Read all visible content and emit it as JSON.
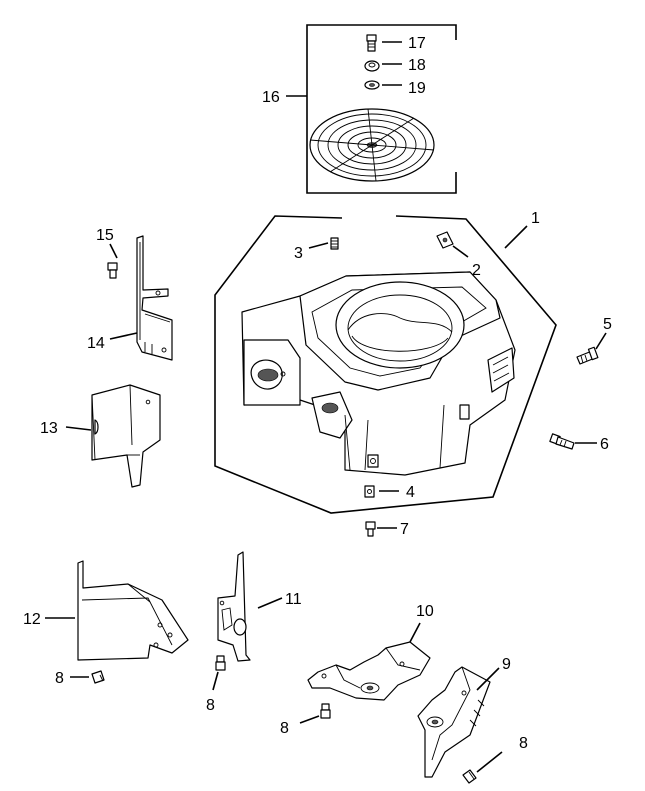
{
  "callouts": [
    {
      "id": "c1",
      "label": "1"
    },
    {
      "id": "c2",
      "label": "2"
    },
    {
      "id": "c3",
      "label": "3"
    },
    {
      "id": "c4",
      "label": "4"
    },
    {
      "id": "c5",
      "label": "5"
    },
    {
      "id": "c6",
      "label": "6"
    },
    {
      "id": "c7",
      "label": "7"
    },
    {
      "id": "c8a",
      "label": "8"
    },
    {
      "id": "c8b",
      "label": "8"
    },
    {
      "id": "c8c",
      "label": "8"
    },
    {
      "id": "c8d",
      "label": "8"
    },
    {
      "id": "c9",
      "label": "9"
    },
    {
      "id": "c10",
      "label": "10"
    },
    {
      "id": "c11",
      "label": "11"
    },
    {
      "id": "c12",
      "label": "12"
    },
    {
      "id": "c13",
      "label": "13"
    },
    {
      "id": "c14",
      "label": "14"
    },
    {
      "id": "c15",
      "label": "15"
    },
    {
      "id": "c16",
      "label": "16"
    },
    {
      "id": "c17",
      "label": "17"
    },
    {
      "id": "c18",
      "label": "18"
    },
    {
      "id": "c19",
      "label": "19"
    }
  ]
}
